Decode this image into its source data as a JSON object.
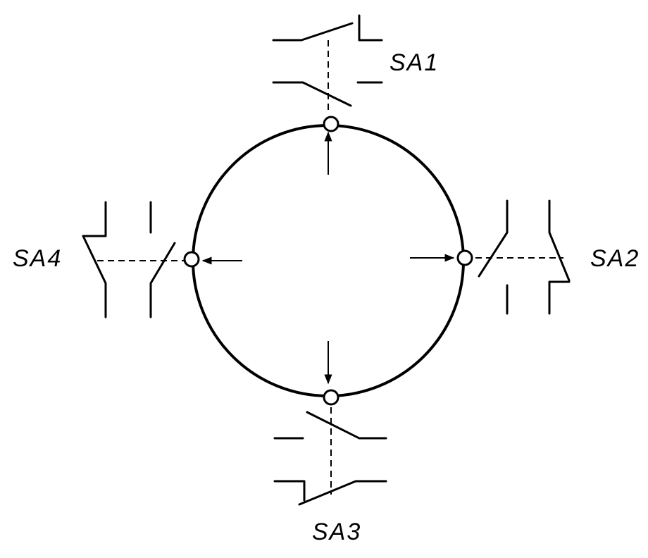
{
  "labels": {
    "sa1": "SA1",
    "sa2": "SA2",
    "sa3": "SA3",
    "sa4": "SA4"
  }
}
